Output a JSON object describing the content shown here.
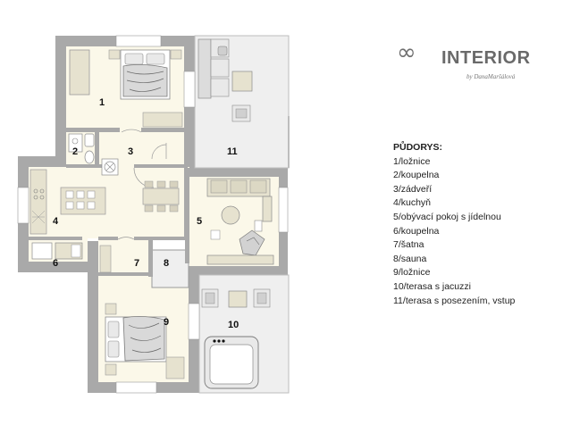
{
  "brand": {
    "mark": "∞",
    "title": "INTERIOR",
    "subtitle": "by DanaMaršálová"
  },
  "legend": {
    "title": "PŮDORYS:",
    "items": [
      "1/ložnice",
      "2/koupelna",
      "3/zádveří",
      "4/kuchyň",
      "5/obývací pokoj s jídelnou",
      "6/koupelna",
      "7/šatna",
      "8/sauna",
      "9/ložnice",
      "10/terasa s jacuzzi",
      "11/terasa s posezením, vstup"
    ]
  },
  "rooms": {
    "r1": "1",
    "r2": "2",
    "r3": "3",
    "r4": "4",
    "r5": "5",
    "r6": "6",
    "r7": "7",
    "r8": "8",
    "r9": "9",
    "r10": "10",
    "r11": "11"
  },
  "colors": {
    "wall": "#a9a9a9",
    "floor_interior": "#fbf8e9",
    "floor_terrace": "#efefef",
    "furniture": "#e6e2cf",
    "furniture_dark": "#d7d2bf",
    "line": "#8c8c8c"
  }
}
